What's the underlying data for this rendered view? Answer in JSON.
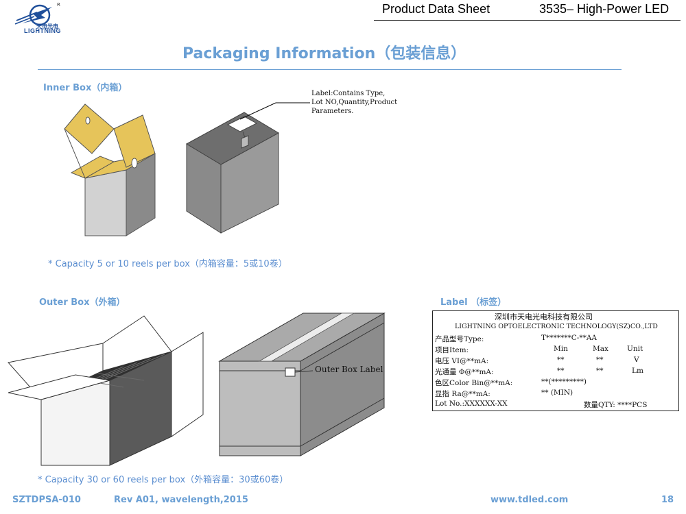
{
  "header": {
    "brand_cn": "天电光电",
    "brand_en": "LIGHTNING",
    "registered": "R",
    "doc_title": "Product Data Sheet",
    "product": "3535– High-Power LED"
  },
  "page_title": "Packaging Information（包装信息）",
  "inner_box": {
    "heading": "Inner Box（内箱）",
    "callout": [
      "Label:Contains Type,",
      "Lot NO,Quantity,Product",
      "Parameters."
    ],
    "caption": "* Capacity 5 or 10 reels per box（内箱容量：5或10卷）"
  },
  "outer_box": {
    "heading": "Outer Box（外箱）",
    "callout": "Outer Box Label",
    "caption": "* Capacity 30 or 60 reels per box（外箱容量：30或60卷）"
  },
  "label": {
    "heading": "Label （标签）",
    "company_cn": "深圳市天电光电科技有限公司",
    "company_en": "LIGHTNING OPTOELECTRONIC TECHNOLOGY(SZ)CO.,LTD",
    "type_label": "产品型号Type:",
    "type_value": "T*******C-**AA",
    "rows": [
      {
        "name": "项目Item:",
        "min": "Min",
        "max": "Max",
        "unit": "Unit"
      },
      {
        "name": "电压 VI@**mA:",
        "min": "**",
        "max": "**",
        "unit": "V"
      },
      {
        "name": "光通量 Φ@**mA:",
        "min": "**",
        "max": "**",
        "unit": "Lm"
      }
    ],
    "color_label": "色区Color Bin@**mA:",
    "color_value": "**(*********)",
    "ra_label": "显指 Ra@**mA:",
    "ra_value": "** (MIN)",
    "lot_label": "Lot No.:XXXXXX-XX",
    "qty_label": "数量QTY: ****PCS"
  },
  "footer": {
    "doc_code": "SZTDPSA-010",
    "revision": "Rev A01, wavelength,2015",
    "website": "www.tdled.com",
    "page_number": "18"
  },
  "colors": {
    "accent": "#6a9fd4",
    "box_gray": "#8a8a8a",
    "box_inner": "#e6c45a"
  }
}
